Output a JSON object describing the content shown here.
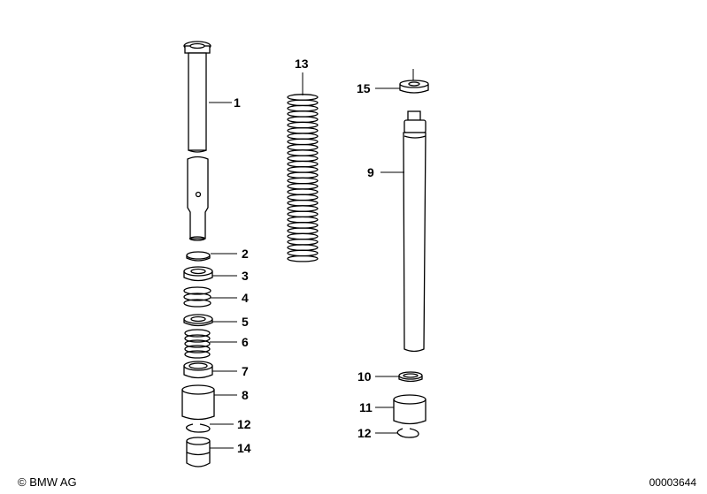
{
  "diagram": {
    "callouts": {
      "part_1": "1",
      "part_2": "2",
      "part_3": "3",
      "part_4": "4",
      "part_5": "5",
      "part_6": "6",
      "part_7": "7",
      "part_8": "8",
      "part_12_left": "12",
      "part_14": "14",
      "part_13": "13",
      "part_15": "15",
      "part_9": "9",
      "part_10": "10",
      "part_11": "11",
      "part_12_right": "12"
    }
  },
  "footer": {
    "copyright": "© BMW AG",
    "diagram_number": "00003644"
  }
}
